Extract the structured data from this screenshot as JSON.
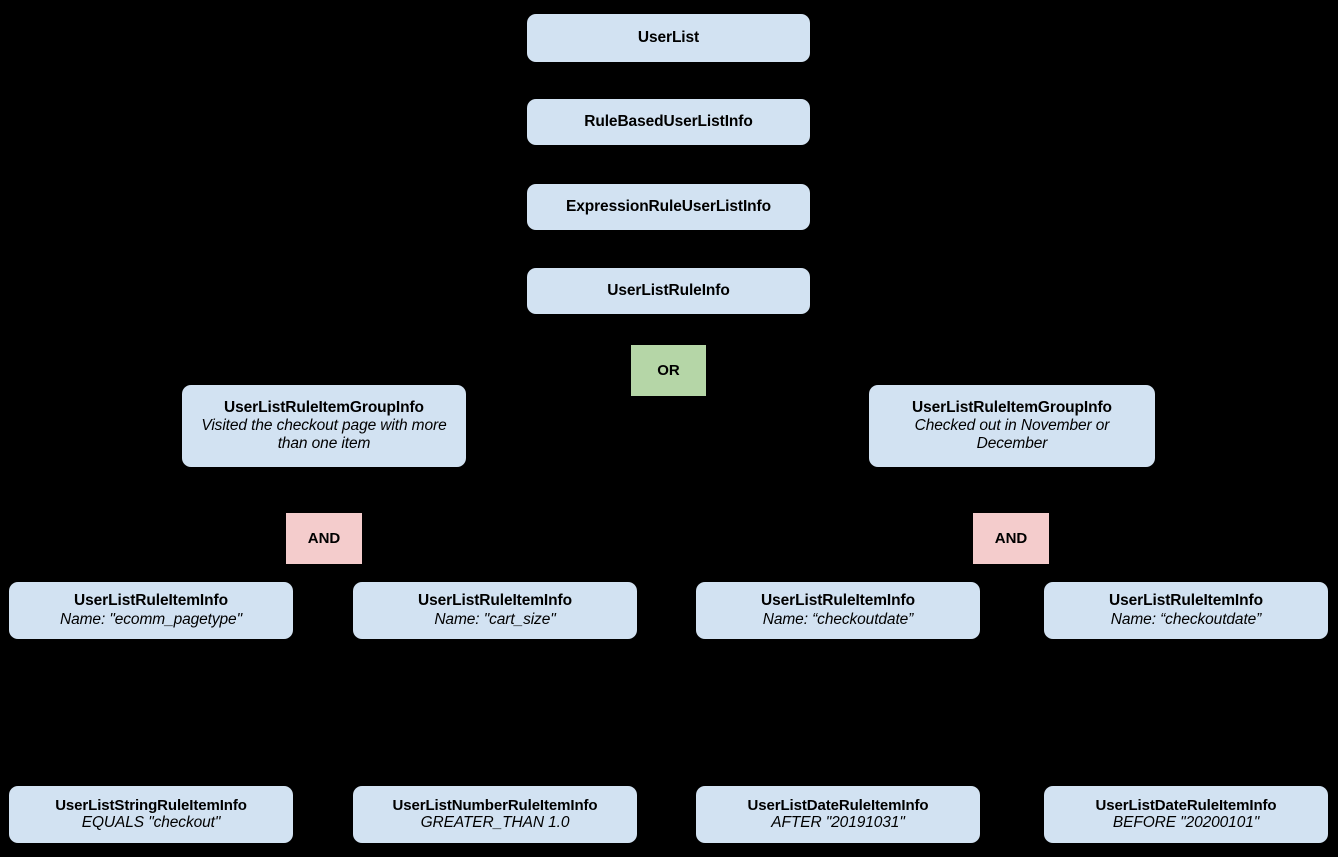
{
  "diagram": {
    "background_color": "#000000",
    "entity_fill": "#d2e2f2",
    "or_fill": "#b5d6a7",
    "and_fill": "#f4cccc",
    "text_color": "#000000",
    "nodes": [
      {
        "id": "userlist",
        "title": "UserList",
        "subtitle": ""
      },
      {
        "id": "rulebased",
        "title": "RuleBasedUserListInfo",
        "subtitle": ""
      },
      {
        "id": "expression",
        "title": "ExpressionRuleUserListInfo",
        "subtitle": ""
      },
      {
        "id": "ruleinfo",
        "title": "UserListRuleInfo",
        "subtitle": ""
      },
      {
        "id": "or",
        "title": "OR",
        "subtitle": ""
      },
      {
        "id": "group-left",
        "title": "UserListRuleItemGroupInfo",
        "subtitle": "Visited the checkout page with more than one item"
      },
      {
        "id": "group-right",
        "title": "UserListRuleItemGroupInfo",
        "subtitle": "Checked out in November or December"
      },
      {
        "id": "and-left",
        "title": "AND",
        "subtitle": ""
      },
      {
        "id": "and-right",
        "title": "AND",
        "subtitle": ""
      },
      {
        "id": "item-1",
        "title": "UserListRuleItemInfo",
        "subtitle": "Name: \"ecomm_pagetype\""
      },
      {
        "id": "item-2",
        "title": "UserListRuleItemInfo",
        "subtitle": "Name: \"cart_size\""
      },
      {
        "id": "item-3",
        "title": "UserListRuleItemInfo",
        "subtitle": "Name: “checkoutdate”"
      },
      {
        "id": "item-4",
        "title": "UserListRuleItemInfo",
        "subtitle": "Name: “checkoutdate”"
      },
      {
        "id": "leaf-1",
        "title": "UserListStringRuleItemInfo",
        "subtitle": "EQUALS \"checkout\""
      },
      {
        "id": "leaf-2",
        "title": "UserListNumberRuleItemInfo",
        "subtitle": "GREATER_THAN 1.0"
      },
      {
        "id": "leaf-3",
        "title": "UserListDateRuleItemInfo",
        "subtitle": "AFTER \"20191031\""
      },
      {
        "id": "leaf-4",
        "title": "UserListDateRuleItemInfo",
        "subtitle": "BEFORE \"20200101\""
      }
    ]
  }
}
